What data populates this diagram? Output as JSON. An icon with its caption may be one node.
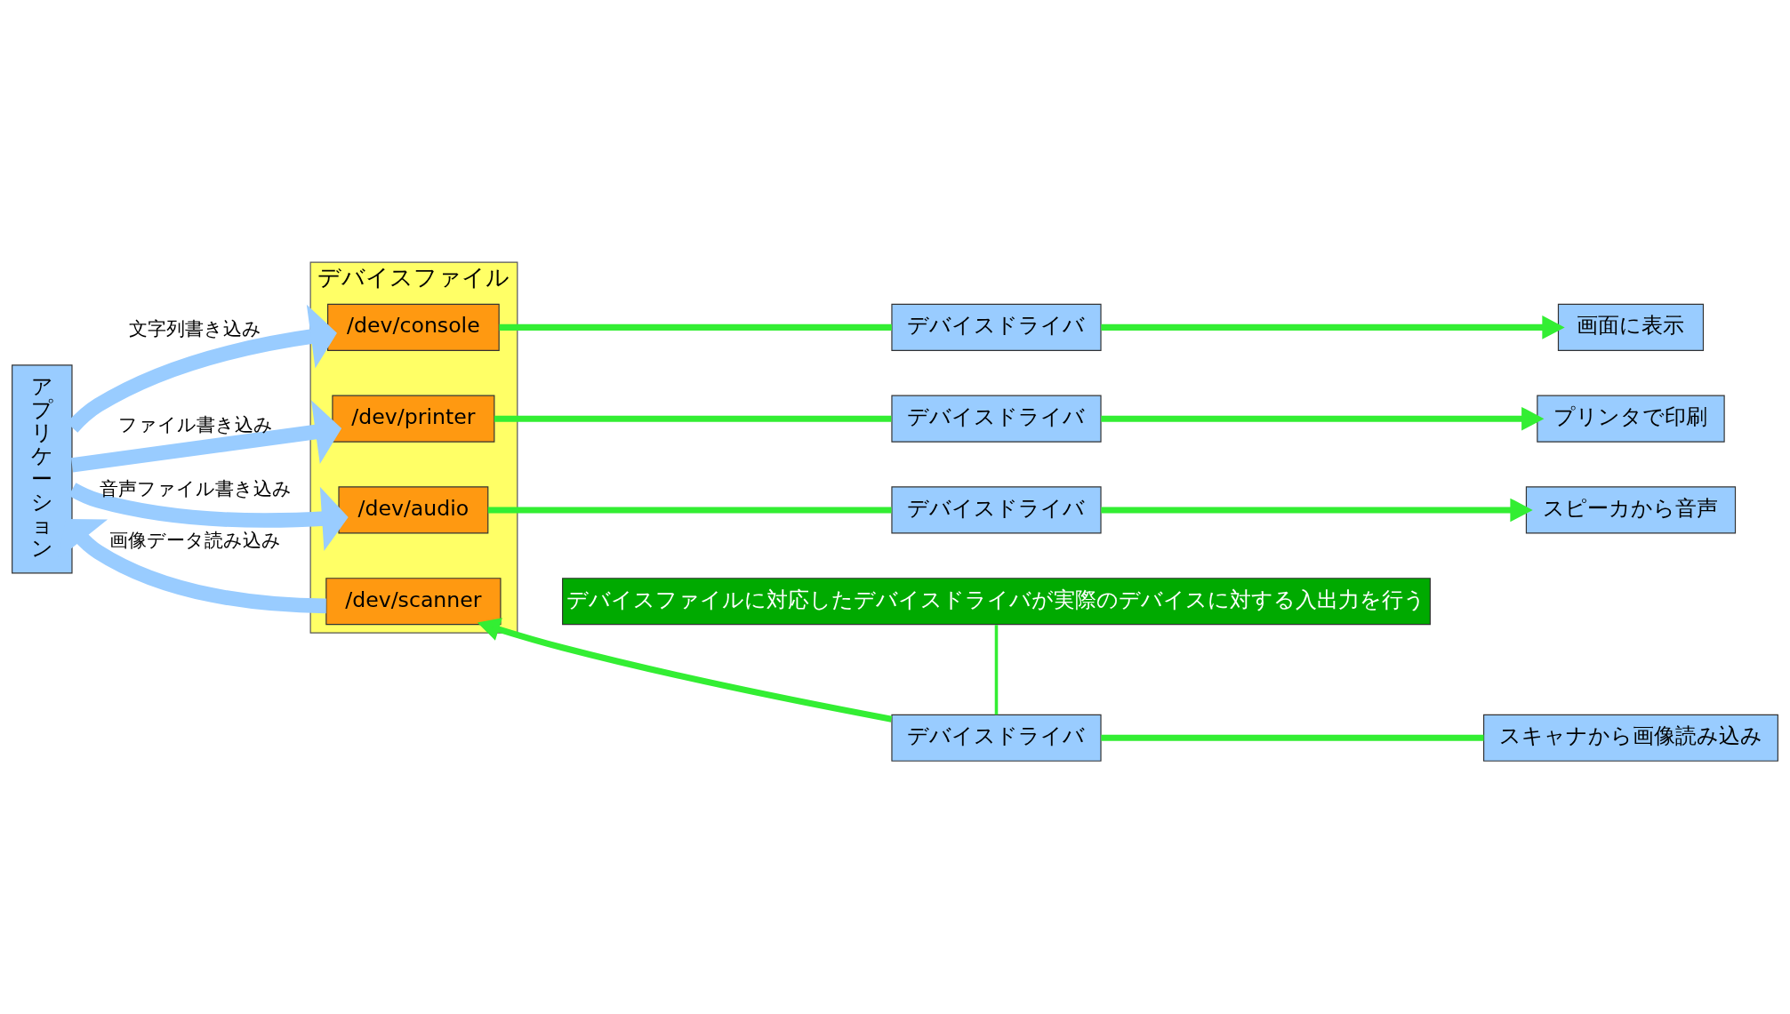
{
  "diagram": {
    "nodes": [
      {
        "text": [
          "アプリケーション"
        ]
      },
      {
        "text": [
          "デバイスファイル"
        ]
      },
      {
        "text": [
          "/dev/console"
        ],
        "in": 1
      },
      {
        "text": [
          "/dev/printer"
        ],
        "in": 1
      },
      {
        "text": [
          "/dev/audio"
        ],
        "in": 1
      },
      {
        "text": [
          "/dev/scanner"
        ],
        "in": 1
      },
      {
        "text": [
          "デバイスドライバ"
        ]
      },
      {
        "text": [
          "画面に表示"
        ]
      },
      {
        "text": [
          "デバイスドライバ"
        ]
      },
      {
        "text": [
          "プリンタで印刷"
        ]
      },
      {
        "text": [
          "デバイスドライバ"
        ]
      },
      {
        "text": [
          "スピーカから音声"
        ]
      },
      {
        "text": [
          "デバイスドライバ"
        ]
      },
      {
        "text": [
          "スキャナから画像読み込み"
        ]
      },
      {
        "text": [
          "デバイスファイルに対応したデバイスドライバが実際のデバイスに対する入出力を行う"
        ]
      }
    ],
    "edges": [
      {
        "from": 0,
        "to": 2,
        "arrow": "to",
        "label": "文字列書き込み",
        "style": "thick",
        "color": "#99ccff"
      },
      {
        "from": 0,
        "to": 3,
        "arrow": "to",
        "label": "ファイル書き込み",
        "style": "thick",
        "color": "#99ccff"
      },
      {
        "from": 0,
        "to": 4,
        "arrow": "to",
        "label": "音声ファイル書き込み",
        "style": "thick",
        "color": "#99ccff"
      },
      {
        "from": 5,
        "to": 0,
        "arrow": "to",
        "label": "画像データ読み込み",
        "style": "thick",
        "color": "#99ccff"
      },
      {
        "from": 2,
        "to": 6,
        "arrow": "none"
      },
      {
        "from": 6,
        "to": 7,
        "arrow": "to"
      },
      {
        "from": 3,
        "to": 8,
        "arrow": "none"
      },
      {
        "from": 8,
        "to": 9,
        "arrow": "to"
      },
      {
        "from": 4,
        "to": 10,
        "arrow": "none"
      },
      {
        "from": 10,
        "to": 11,
        "arrow": "to"
      },
      {
        "from": 13,
        "to": 12,
        "arrow": "none"
      },
      {
        "from": 12,
        "to": 5,
        "arrow": "to"
      },
      {
        "from": 14,
        "to": 12,
        "arrow": "none"
      }
    ]
  }
}
